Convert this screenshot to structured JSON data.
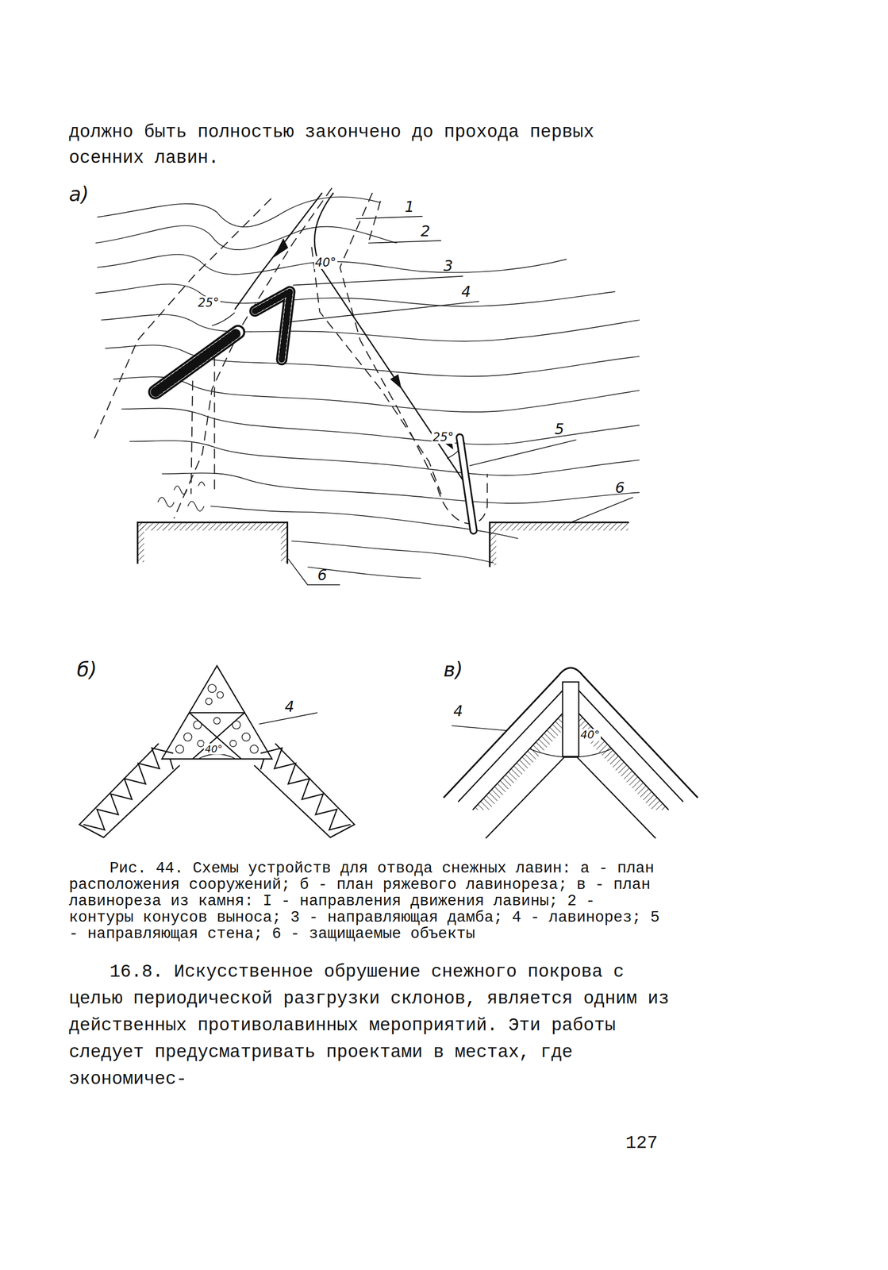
{
  "diagram": {
    "caption": "Рис. 44. Схемы устройств для отвода снежных лавин: а - план расположения сооружений; б - план ряжевого лавинореза; в - план лавинореза из камня: I - направления движения лавины; 2 - контуры конусов выноса; 3 - направляющая дамба; 4 - лавинорез; 5 - направляющая стена; 6 - защищаемые объекты",
    "labels": [
      "должно быть полностью закончено до прохода первых осенних лавин.",
      "а)",
      "1",
      "2",
      "3",
      "4",
      "5",
      "6",
      "6",
      "40°",
      "25°",
      "25°",
      "б)",
      "4",
      "40°",
      "в)",
      "4",
      "40°",
      "16.8. Искусственное обрушение снежного покрова с целью периодической разгрузки склонов, является одним из действенных противолавинных мероприятий. Эти работы следует предусматривать проектами в местах, где экономичес-",
      "127"
    ]
  }
}
